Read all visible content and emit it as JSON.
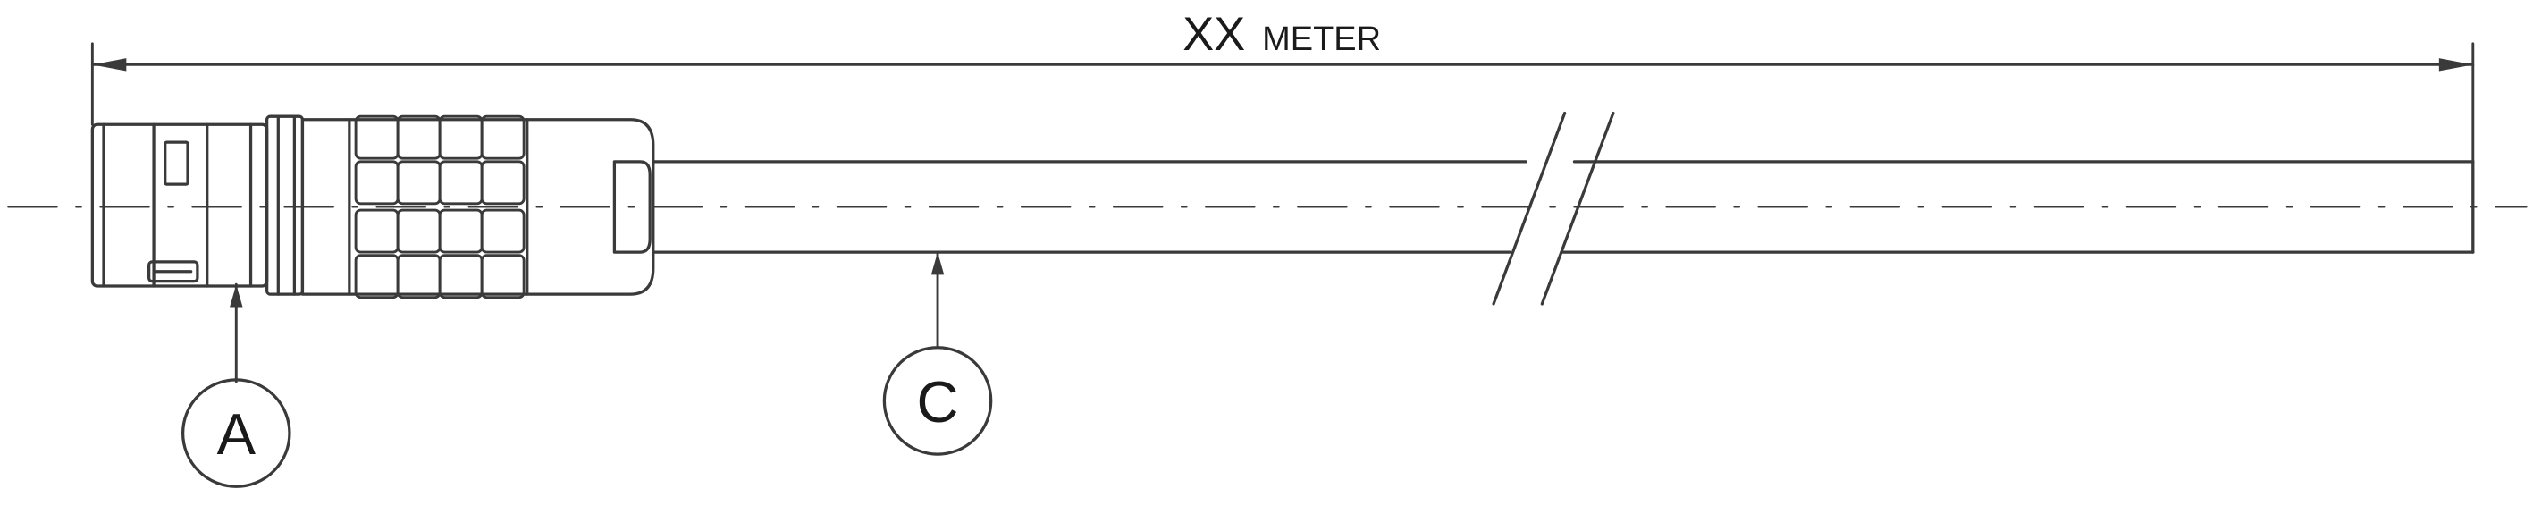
{
  "dimension": {
    "value": "XX",
    "unit": "METER"
  },
  "callouts": {
    "connector": "A",
    "cable": "C"
  }
}
